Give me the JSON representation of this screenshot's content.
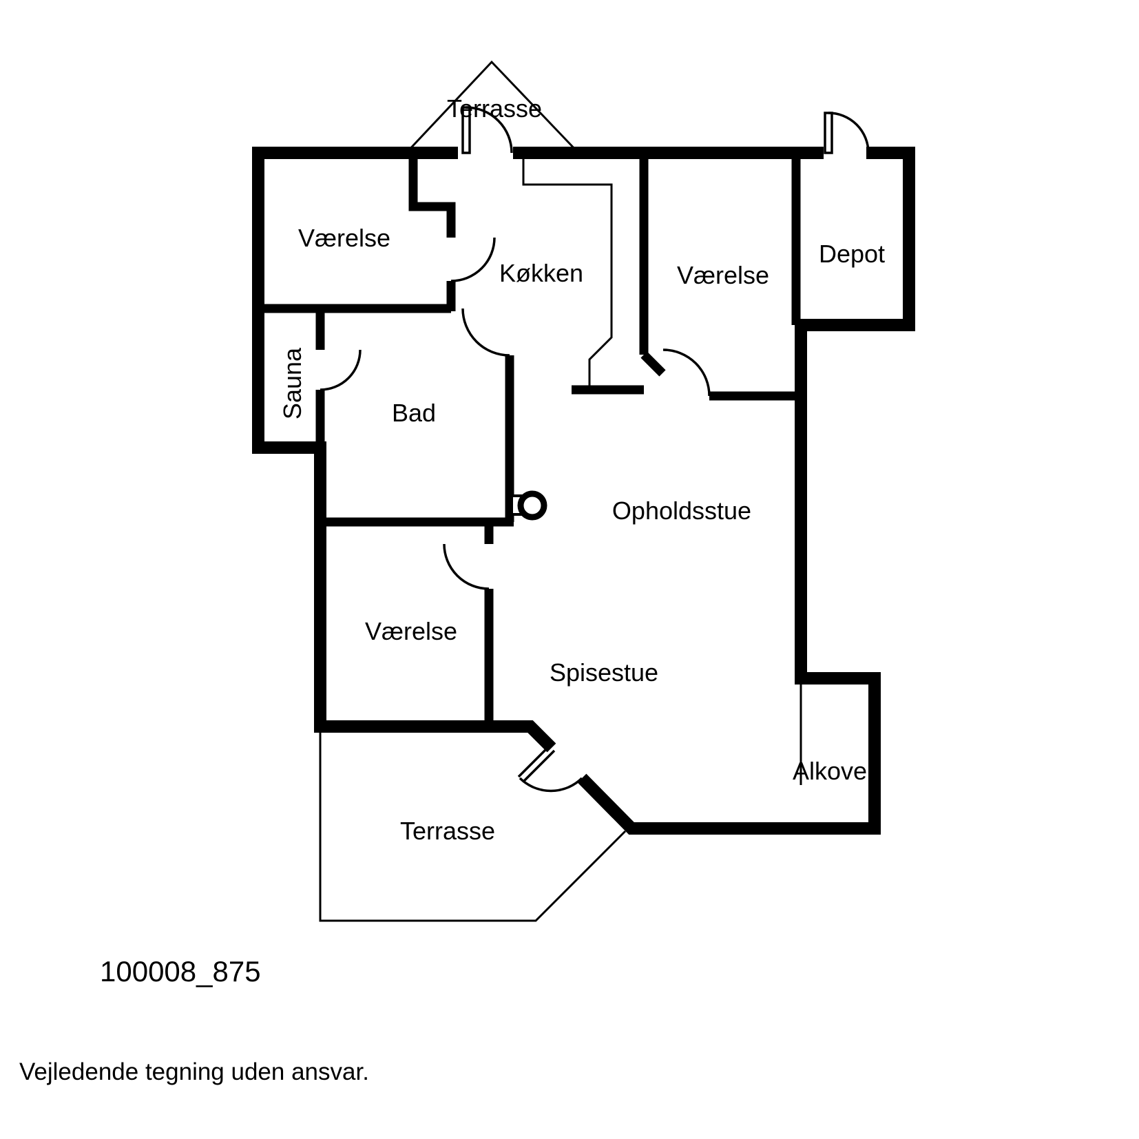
{
  "document": {
    "type": "floor-plan",
    "drawing_id": "100008_875",
    "disclaimer": "Vejledende tegning uden ansvar."
  },
  "rooms": {
    "terrasse_top": "Terrasse",
    "vaerelse_nw": "Værelse",
    "koekken": "Køkken",
    "vaerelse_n": "Værelse",
    "depot": "Depot",
    "sauna": "Sauna",
    "bad": "Bad",
    "opholdsstue": "Opholdsstue",
    "vaerelse_w": "Værelse",
    "spisestue": "Spisestue",
    "alkove": "Alkove",
    "terrasse_bottom": "Terrasse"
  },
  "colors": {
    "wall": "#000000",
    "background": "#ffffff"
  }
}
